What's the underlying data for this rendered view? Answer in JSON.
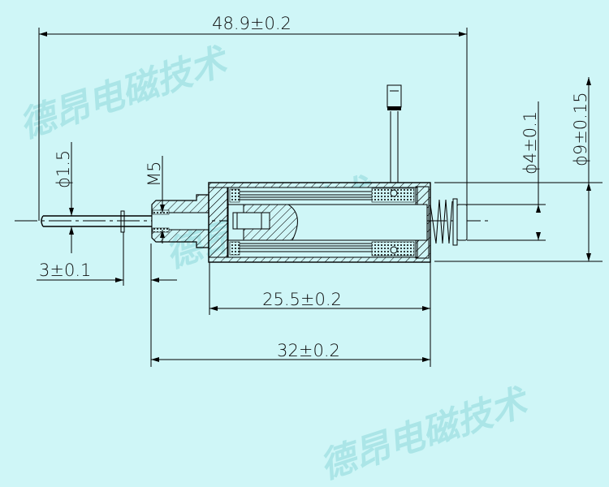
{
  "watermark": "德昂电磁技术",
  "dimensions": {
    "overall_length": "48.9±0.2",
    "pin_diameter": "ϕ1.5",
    "thread": "M5",
    "pin_offset": "3±0.1",
    "body_length": "25.5±0.2",
    "total_length": "32±0.2",
    "plunger_diameter": "ϕ4±0.1",
    "body_diameter": "ϕ9±0.15"
  },
  "colors": {
    "background": "#cff6f7",
    "line": "#000000",
    "watermark": "#9fe0e2"
  }
}
